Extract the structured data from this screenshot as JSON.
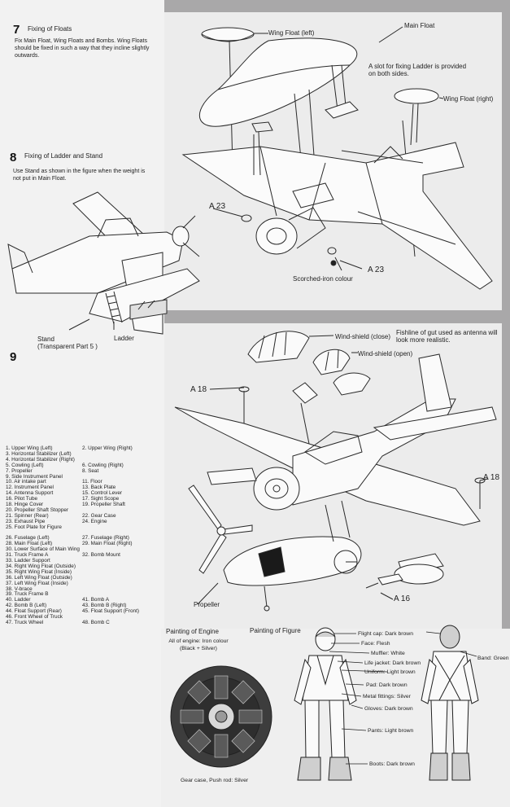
{
  "step7": {
    "number": "7",
    "title": "Fixing of Floats",
    "note": "Fix Main Float, Wing Floats and Bombs. Wing Floats should be fixed in such a way that they incline slightly outwards.",
    "labels": {
      "wing_float_left": "Wing Float (left)",
      "main_float": "Main Float",
      "ladder_slot": "A slot for fixing Ladder is provided on both sides.",
      "wing_float_right": "Wing Float (right)",
      "a23_left": "A 23",
      "a23_right": "A 23",
      "scorched": "Scorched-iron colour"
    }
  },
  "step8": {
    "number": "8",
    "title": "Fixing of Ladder and Stand",
    "note": "Use Stand as shown in the figure when the weight is not put in Main Float.",
    "labels": {
      "stand": "Stand",
      "stand_sub": "(Transparent Part 5 )",
      "ladder": "Ladder"
    }
  },
  "step9": {
    "number": "9",
    "labels": {
      "windshield_close": "Wind-shield (close)",
      "windshield_open": "Wind-shield (open)",
      "fishline": "Fishline of gut used as antenna will look more realistic.",
      "a18_left": "A 18",
      "a18_right": "A 18",
      "a16": "A 16",
      "propeller": "Propeller"
    }
  },
  "parts_list": [
    [
      "1. Upper Wing (Left)",
      "2. Upper Wing (Right)"
    ],
    [
      "3. Horizontal Stabilizer (Left)",
      ""
    ],
    [
      "4. Horizontal Stabilizer (Right)",
      ""
    ],
    [
      "5. Cowling (Left)",
      "6. Cowling (Right)"
    ],
    [
      "7. Propeller",
      "8. Seat"
    ],
    [
      "9. Side Instrument Panel",
      ""
    ],
    [
      "10. Air intake part",
      "11. Floor"
    ],
    [
      "12. Instrument Panel",
      "13. Back Plate"
    ],
    [
      "14. Antenna Support",
      "15. Control Lever"
    ],
    [
      "16. Pilot Tube",
      "17. Sight Scope"
    ],
    [
      "18. Hinge Cover",
      "19. Propeller Shaft"
    ],
    [
      "20. Propeller Shaft Stopper",
      ""
    ],
    [
      "21. Spinner (Rear)",
      "22. Gear Case"
    ],
    [
      "23. Exhaust Pipe",
      "24. Engine"
    ],
    [
      "25. Foot Plate for Figure",
      ""
    ],
    [
      "",
      ""
    ],
    [
      "26. Fuselage (Left)",
      "27. Fuselage (Right)"
    ],
    [
      "28. Main Float (Left)",
      "29. Main Float (Right)"
    ],
    [
      "30. Lower Surface of Main Wing",
      ""
    ],
    [
      "31. Truck Frame A",
      "32. Bomb Mount"
    ],
    [
      "33. Ladder Support",
      ""
    ],
    [
      "34. Right Wing Float (Outside)",
      ""
    ],
    [
      "35. Right Wing Float (Inside)",
      ""
    ],
    [
      "36. Left Wing Float (Outside)",
      ""
    ],
    [
      "37. Left Wing Float (Inside)",
      ""
    ],
    [
      "38. V-brace",
      ""
    ],
    [
      "39. Truck Frame B",
      ""
    ],
    [
      "40. Ladder",
      "41. Bomb A"
    ],
    [
      "42. Bomb B (Left)",
      "43. Bomb B (Right)"
    ],
    [
      "44. Float Support (Rear)",
      "45. Float Support (Front)"
    ],
    [
      "46. Front Wheel of Truck",
      ""
    ],
    [
      "47. Truck Wheel",
      "48. Bomb C"
    ]
  ],
  "painting_engine": {
    "title": "Painting of Engine",
    "note": "All of engine: Iron colour (Black + Silver)",
    "footer": "Gear case, Push rod: Silver"
  },
  "painting_figure": {
    "title": "Painting of Figure",
    "items": [
      "Flight cap: Dark brown",
      "Face: Flesh",
      "Muffler: White",
      "Life jacket: Dark brown",
      "Uniform: Light brown",
      "Pad: Dark brown",
      "Metal fittings: Silver",
      "Gloves: Dark brown",
      "Pants: Light brown",
      "Boots: Dark brown"
    ],
    "band": "Band: Green"
  }
}
